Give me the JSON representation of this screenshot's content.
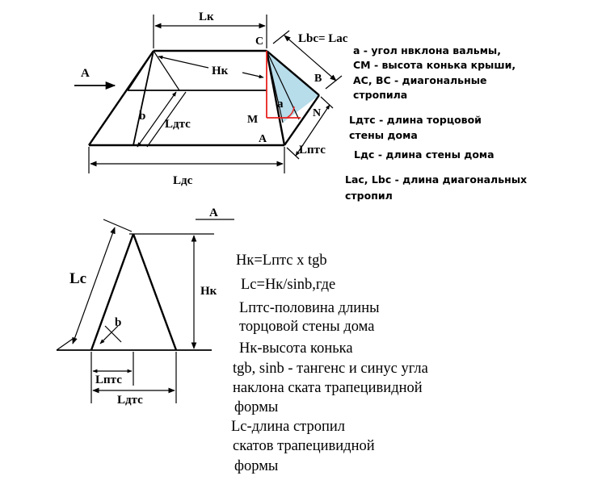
{
  "top_diagram": {
    "labels": {
      "L_k": "Lк",
      "H_k": "Hк",
      "L_dtc": "Lдтс",
      "L_dc": "Lдс",
      "L_ptc": "Lптс",
      "b": "b",
      "a": "a",
      "A_arrow": "A",
      "C": "C",
      "B": "B",
      "M": "M",
      "N": "N",
      "A_point": "A",
      "L_bc_eq": "Lbc= Lac"
    },
    "legend": [
      "a - угол нвклона вальмы,",
      "CM - высота конька крыши,",
      "AC, BC - диагональные",
      "стропила",
      "Lдтс - длина торцовой",
      "стены дома",
      "Lдс - длина  стены дома",
      "Lac, Lbc - длина диагональных",
      "стропил"
    ],
    "colors": {
      "hip_fill": "#b7dcea",
      "highlight": "#e8211d"
    }
  },
  "bottom_diagram": {
    "labels": {
      "section": "A",
      "L_c": "Lc",
      "H_k": "Hк",
      "b": "b",
      "L_ptc": "Lптс",
      "L_dtc": "Lдтс"
    },
    "formulas": [
      "Hк=Lптс x tgb",
      "Lc=Hк/sinb,где",
      "Lптс-половина длины",
      "торцовой стены дома",
      "Hк-высота конька",
      "tgb, sinb - тангенс  и синус угла",
      "наклона ската трапецивидной",
      "формы",
      "Lc-длина стропил",
      "скатов трапецивидной",
      "формы"
    ]
  }
}
